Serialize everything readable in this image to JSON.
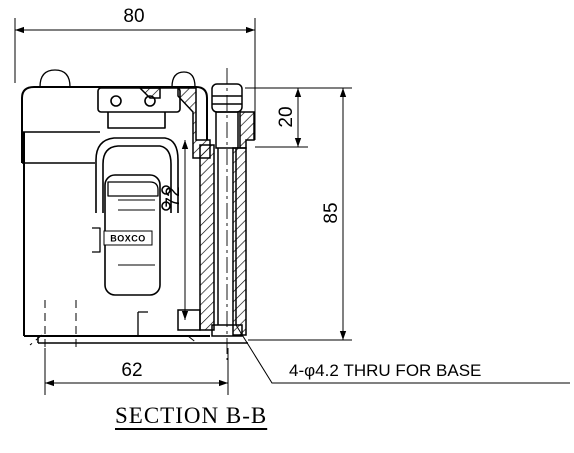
{
  "dimensions": {
    "top_width": "80",
    "cap_height": "20",
    "overall_height": "85",
    "inner_height": "72",
    "base_width": "62"
  },
  "note": "4-φ4.2 THRU FOR BASE",
  "logo": "BOXCO",
  "title": "SECTION B-B"
}
